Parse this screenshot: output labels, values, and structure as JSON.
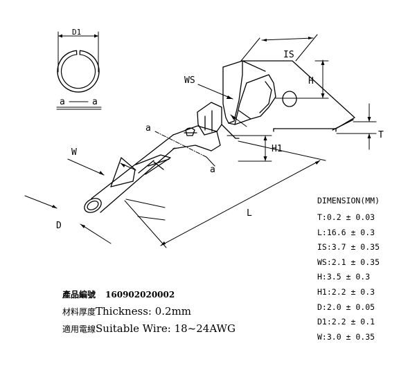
{
  "labels": {
    "D1": "D1",
    "a_top": "a",
    "a_bottom": "a",
    "section_a1": "a",
    "section_a2": "a",
    "WS": "WS",
    "IS": "IS",
    "H": "H",
    "T": "T",
    "H1": "H1",
    "W": "W",
    "D": "D",
    "L": "L"
  },
  "dimensions": {
    "title": "DIMENSION(MM)",
    "rows": [
      "T:0.2 ± 0.03",
      "L:16.6 ± 0.3",
      "IS:3.7 ± 0.35",
      "WS:2.1 ± 0.35",
      "H:3.5 ± 0.3",
      "H1:2.2 ± 0.3",
      "D:2.0 ± 0.05",
      "D1:2.2 ± 0.1",
      "W:3.0 ± 0.35"
    ]
  },
  "info": {
    "part_label": "產品編號",
    "part_number": "160902020002",
    "thickness_label": "材料厚度",
    "thickness_value": "Thickness: 0.2mm",
    "wire_label": "適用電線",
    "wire_value": "Suitable  Wire: 18~24AWG"
  }
}
